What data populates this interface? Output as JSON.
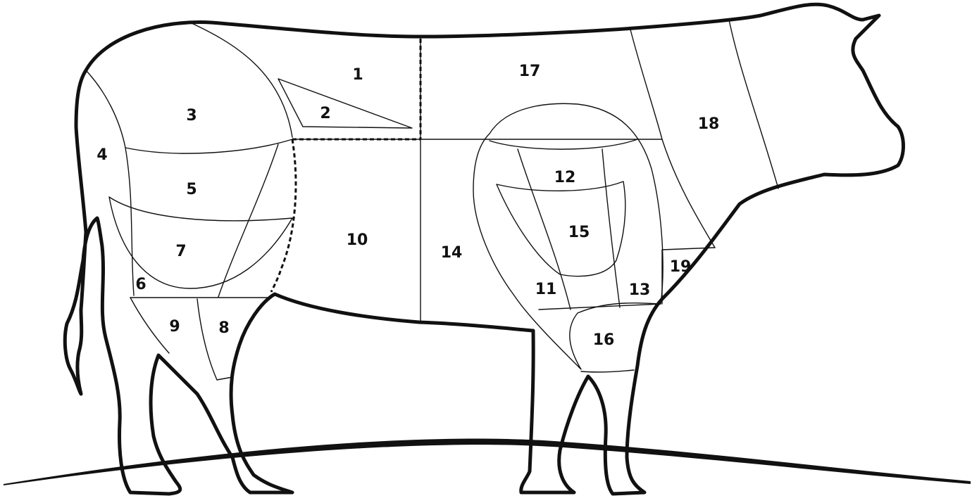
{
  "diagram": {
    "labels": [
      "1",
      "2",
      "3",
      "4",
      "5",
      "6",
      "7",
      "8",
      "9",
      "10",
      "11",
      "12",
      "13",
      "14",
      "15",
      "16",
      "17",
      "18",
      "19"
    ]
  },
  "colors": {
    "line": "#111111",
    "background": "#ffffff"
  }
}
